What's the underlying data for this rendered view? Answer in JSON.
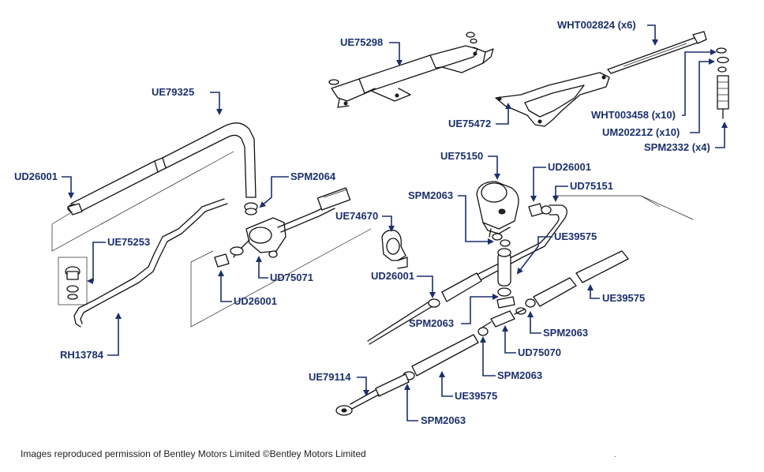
{
  "labels": {
    "ue75298": "UE75298",
    "wht002824": "WHT002824 (x6)",
    "ue79325": "UE79325",
    "ue75472": "UE75472",
    "wht003458": "WHT003458 (x10)",
    "um20221z": "UM20221Z (x10)",
    "spm2332": "SPM2332 (x4)",
    "ud26001_left": "UD26001",
    "spm2064": "SPM2064",
    "ue75150": "UE75150",
    "ud26001_right": "UD26001",
    "ud75151": "UD75151",
    "spm2063_a": "SPM2063",
    "ue74670": "UE74670",
    "ue75253": "UE75253",
    "ue39575_a": "UE39575",
    "ud75071": "UD75071",
    "ud26001_mid": "UD26001",
    "ud26001_bottom": "UD26001",
    "ue39575_b": "UE39575",
    "spm2063_b": "SPM2063",
    "spm2063_c": "SPM2063",
    "rh13784": "RH13784",
    "ud75070": "UD75070",
    "ue79114": "UE79114",
    "spm2063_d": "SPM2063",
    "ue39575_c": "UE39575",
    "spm2063_e": "SPM2063"
  },
  "footer": {
    "caption": "Images reproduced permission of Bentley Motors Limited ©Bentley Motors Limited",
    "mark": "."
  },
  "colors": {
    "label": "#1b2f6b",
    "line_art": "#111111",
    "background": "#ffffff"
  }
}
